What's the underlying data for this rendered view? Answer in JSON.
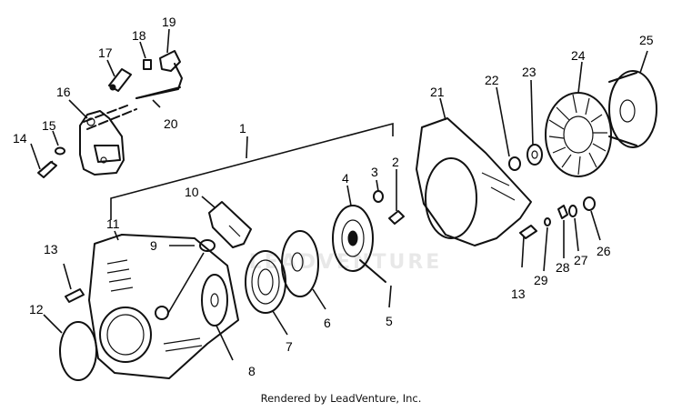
{
  "callouts": {
    "c1": "1",
    "c2": "2",
    "c3": "3",
    "c4": "4",
    "c5": "5",
    "c6": "6",
    "c7": "7",
    "c8": "8",
    "c9": "9",
    "c10": "10",
    "c11": "11",
    "c12": "12",
    "c13a": "13",
    "c13b": "13",
    "c14": "14",
    "c15": "15",
    "c16": "16",
    "c17": "17",
    "c18": "18",
    "c19": "19",
    "c20": "20",
    "c21": "21",
    "c22": "22",
    "c23": "23",
    "c24": "24",
    "c25": "25",
    "c26": "26",
    "c27": "27",
    "c28": "28",
    "c29": "29"
  },
  "watermark": "LEADVENTURE",
  "footer": "Rendered by LeadVenture, Inc."
}
